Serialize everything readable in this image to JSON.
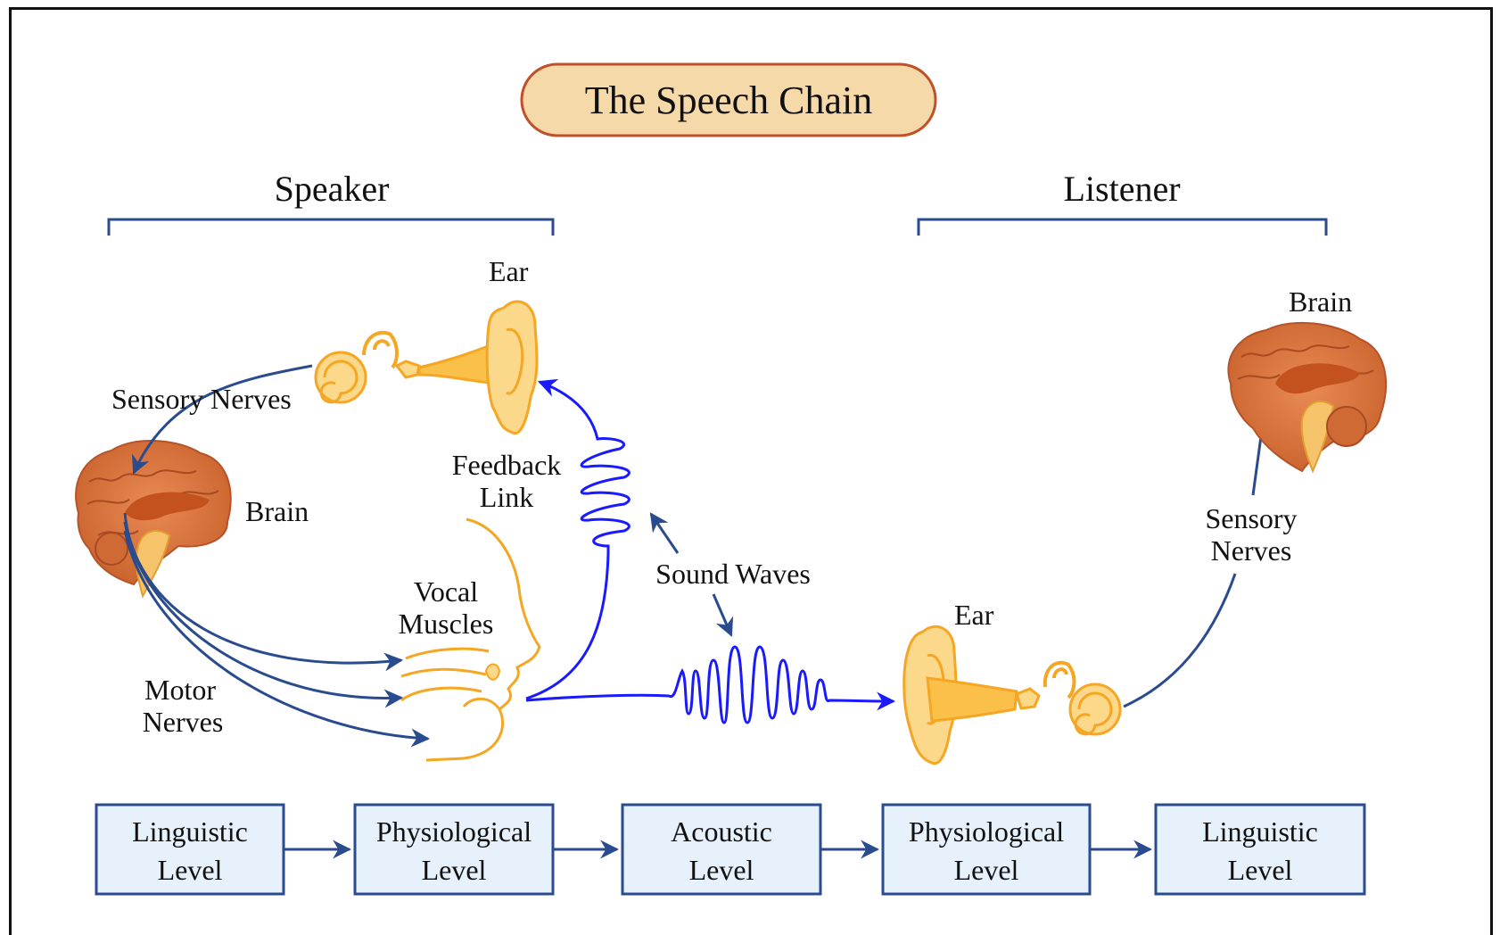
{
  "title": "The Speech Chain",
  "speaker": {
    "heading": "Speaker",
    "ear": "Ear",
    "sensory_nerves": "Sensory Nerves",
    "brain": "Brain",
    "feedback_link": [
      "Feedback",
      "Link"
    ],
    "vocal_muscles": [
      "Vocal",
      "Muscles"
    ],
    "motor_nerves": [
      "Motor",
      "Nerves"
    ]
  },
  "sound_waves": "Sound Waves",
  "listener": {
    "heading": "Listener",
    "brain": "Brain",
    "sensory_nerves": [
      "Sensory",
      "Nerves"
    ],
    "ear": "Ear"
  },
  "levels": [
    {
      "line1": "Linguistic",
      "line2": "Level"
    },
    {
      "line1": "Physiological",
      "line2": "Level"
    },
    {
      "line1": "Acoustic",
      "line2": "Level"
    },
    {
      "line1": "Physiological",
      "line2": "Level"
    },
    {
      "line1": "Linguistic",
      "line2": "Level"
    }
  ],
  "colors": {
    "title_fill": "#f5d9a8",
    "title_stroke": "#c0502a",
    "bracket": "#2a4b8d",
    "nerve_arrow": "#2a4b8d",
    "wave": "#1a1aff",
    "organ": "#f5a623",
    "brain": "#d9692f",
    "level_fill": "#e6f1fb",
    "level_stroke": "#2a4b8d"
  }
}
